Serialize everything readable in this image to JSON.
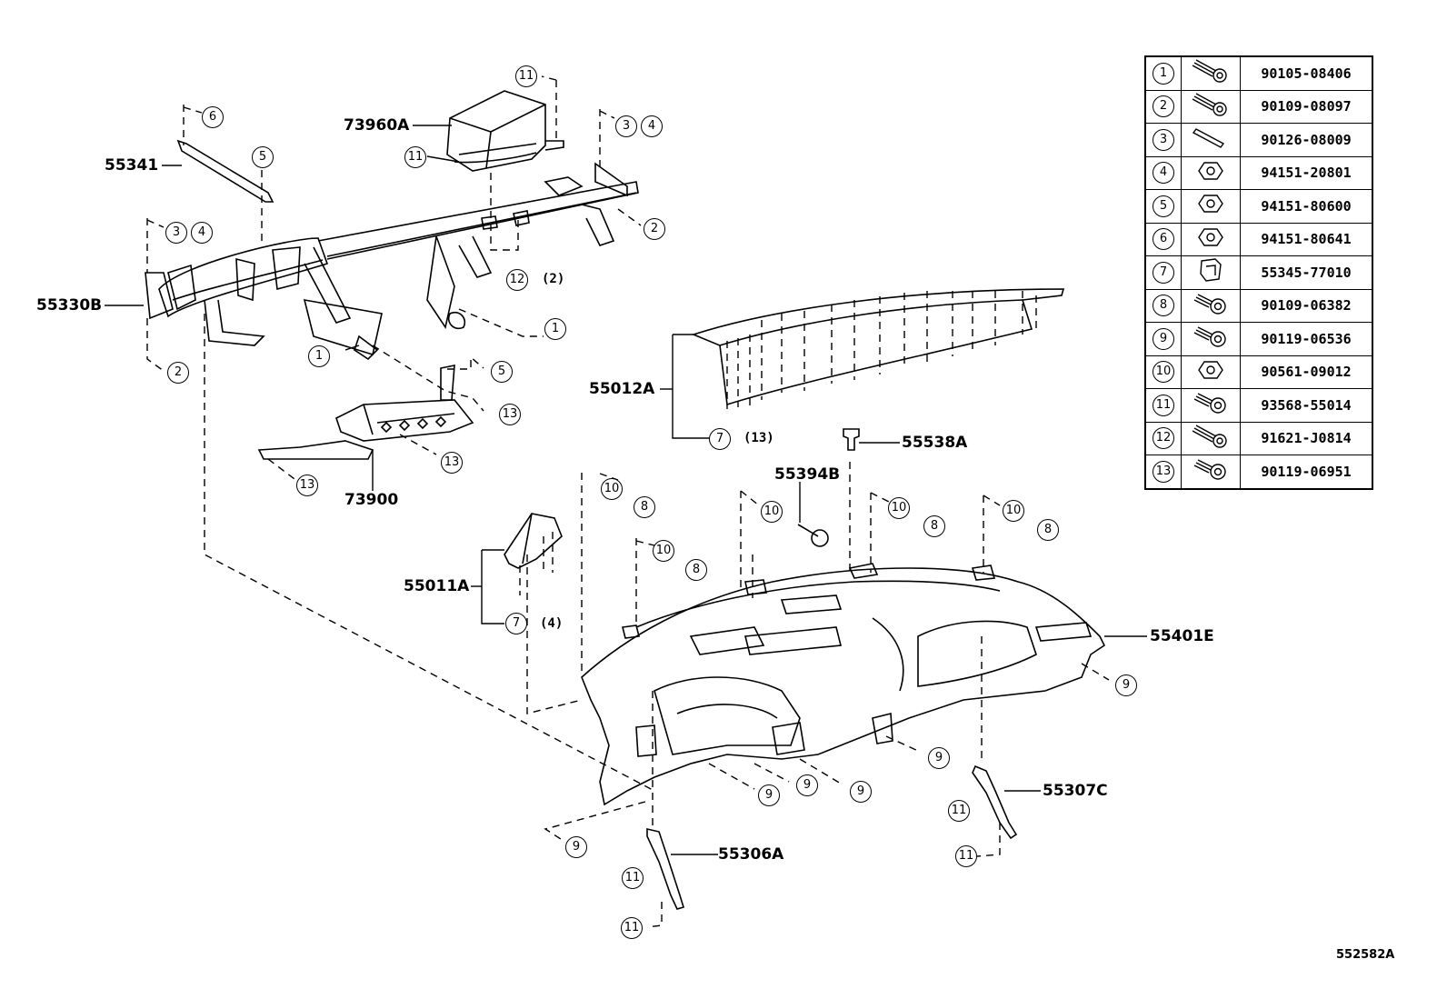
{
  "labels": {
    "l_55341": "55341",
    "l_55330b": "55330B",
    "l_73960a": "73960A",
    "l_55012a": "55012A",
    "l_55538a": "55538A",
    "l_55394b": "55394B",
    "l_73900": "73900",
    "l_55011a": "55011A",
    "l_55401e": "55401E",
    "l_55307c": "55307C",
    "l_55306a": "55306A"
  },
  "figure_code": "552582A",
  "qty": {
    "q12": "(2)",
    "q7_13": "(13)",
    "q7_4": "(4)"
  },
  "callouts": [
    "1",
    "2",
    "3",
    "4",
    "5",
    "6",
    "7",
    "8",
    "9",
    "10",
    "11",
    "12",
    "13"
  ],
  "parts_table": [
    {
      "index": "1",
      "icon": "bolt-icon",
      "part": "90105-08406"
    },
    {
      "index": "2",
      "icon": "bolt-icon",
      "part": "90109-08097"
    },
    {
      "index": "3",
      "icon": "stud-icon",
      "part": "90126-08009"
    },
    {
      "index": "4",
      "icon": "nut-icon",
      "part": "94151-20801"
    },
    {
      "index": "5",
      "icon": "nut-icon",
      "part": "94151-80600"
    },
    {
      "index": "6",
      "icon": "nut-icon",
      "part": "94151-80641"
    },
    {
      "index": "7",
      "icon": "clip-icon",
      "part": "55345-77010"
    },
    {
      "index": "8",
      "icon": "screw-icon",
      "part": "90109-06382"
    },
    {
      "index": "9",
      "icon": "screw-icon",
      "part": "90119-06536"
    },
    {
      "index": "10",
      "icon": "nut-icon",
      "part": "90561-09012"
    },
    {
      "index": "11",
      "icon": "screw-icon",
      "part": "93568-55014"
    },
    {
      "index": "12",
      "icon": "bolt-icon",
      "part": "91621-J0814"
    },
    {
      "index": "13",
      "icon": "screw-icon",
      "part": "90119-06951"
    }
  ]
}
